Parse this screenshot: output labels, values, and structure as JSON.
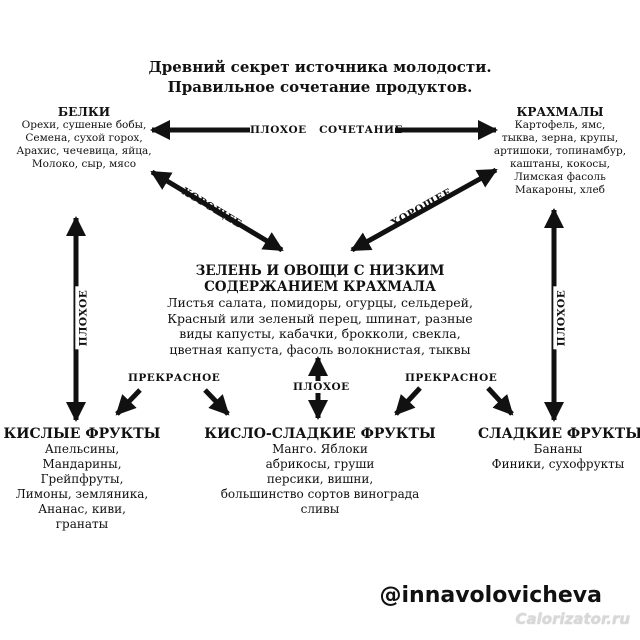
{
  "title": {
    "line1": "Древний секрет источника молодости.",
    "line2": "Правильное сочетание продуктов."
  },
  "proteins": {
    "title": "БЕЛКИ",
    "items": [
      "Орехи, сушеные бобы,",
      "Семена, сухой горох,",
      "Арахис, чечевица, яйца,",
      "Молоко, сыр, мясо"
    ]
  },
  "starches": {
    "title": "КРАХМАЛЫ",
    "items": [
      "Картофель, ямс,",
      "тыква, зерна, крупы,",
      "артишоки, топинамбур,",
      "каштаны, кокосы,",
      "Лимская фасоль",
      "Макароны, хлеб"
    ]
  },
  "greens": {
    "title_line1": "ЗЕЛЕНЬ И ОВОЩИ С НИЗКИМ",
    "title_line2": "СОДЕРЖАНИЕМ КРАХМАЛА",
    "items": [
      "Листья салата, помидоры, огурцы, сельдерей,",
      "Красный или зеленый перец, шпинат, разные",
      "виды капусты, кабачки, брокколи, свекла,",
      "цветная капуста, фасоль волокнистая, тыквы"
    ]
  },
  "sour_fruits": {
    "title": "КИСЛЫЕ ФРУКТЫ",
    "items": [
      "Апельсины,",
      "Мандарины,",
      "Грейпфруты,",
      "Лимоны, земляника,",
      "Ананас, киви,",
      "гранаты"
    ]
  },
  "semi_sweet_fruits": {
    "title": "КИСЛО-СЛАДКИЕ ФРУКТЫ",
    "items": [
      "Манго. Яблоки",
      "абрикосы, груши",
      "персики, вишни,",
      "большинство сортов винограда",
      "сливы"
    ]
  },
  "sweet_fruits": {
    "title": "СЛАДКИЕ ФРУКТЫ",
    "items": [
      "Бананы",
      "Финики, сухофрукты"
    ]
  },
  "labels": {
    "bad_word": "ПЛОХОЕ",
    "combination": "СОЧЕТАНИЕ",
    "good": "ХОРОЩЕЕ",
    "excellent": "ПРЕКРАСНОЕ"
  },
  "footer": {
    "handle": "@innavolovicheva",
    "watermark": "Calorizator.ru"
  }
}
